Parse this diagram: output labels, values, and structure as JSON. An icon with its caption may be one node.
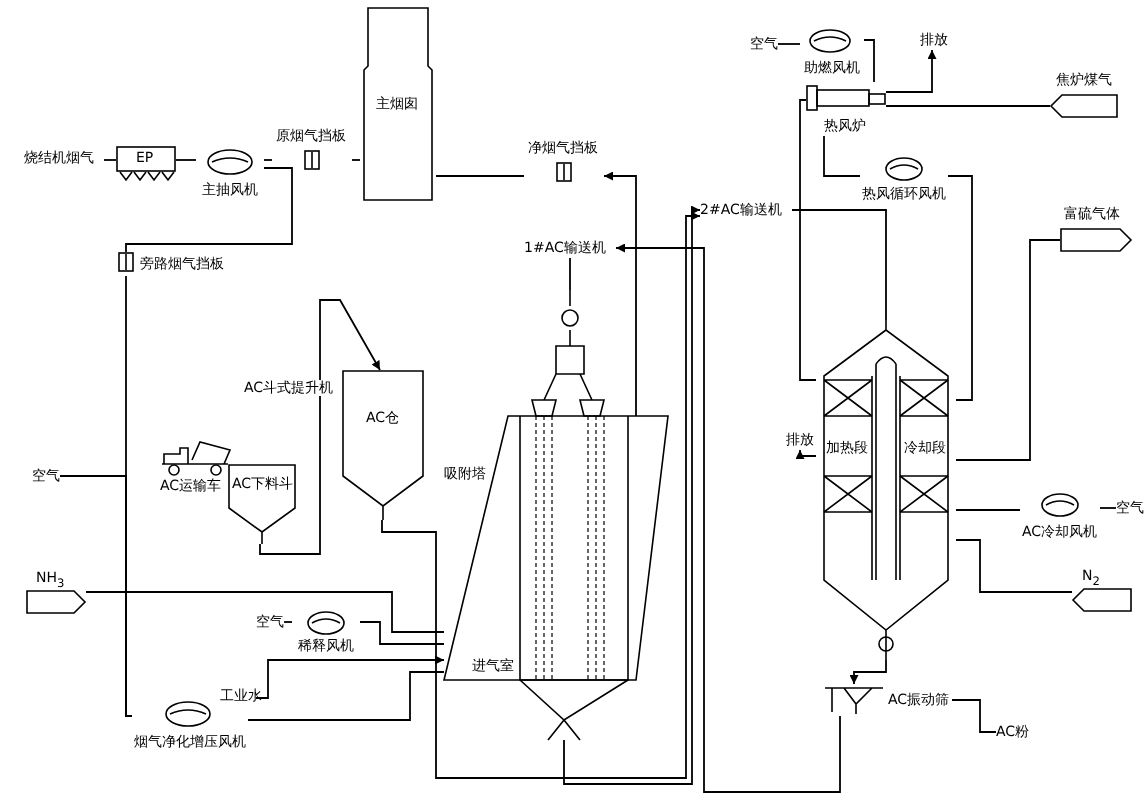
{
  "diagram": {
    "nodes": [
      {
        "text": [
          "烧结机烟气"
        ]
      },
      {
        "text": [
          "EP"
        ]
      },
      {
        "text": [
          "主抽风机"
        ]
      },
      {
        "text": [
          "原烟气挡板"
        ]
      },
      {
        "text": [
          "主烟囱"
        ]
      },
      {
        "text": [
          "净烟气挡板"
        ]
      },
      {
        "text": [
          "旁路烟气挡板"
        ]
      },
      {
        "text": [
          "吸附塔",
          "进气室"
        ]
      },
      {
        "text": [
          "1#AC输送机"
        ]
      },
      {
        "text": [
          "2#AC输送机"
        ]
      },
      {
        "text": [
          "空气"
        ]
      },
      {
        "text": [
          "助燃风机"
        ]
      },
      {
        "text": [
          "热风炉"
        ]
      },
      {
        "text": [
          "排放"
        ]
      },
      {
        "text": [
          "焦炉煤气"
        ]
      },
      {
        "text": [
          "热风循环风机"
        ]
      },
      {
        "text": [
          "富硫气体"
        ]
      },
      {
        "text": [
          "加热段",
          "冷却段"
        ]
      },
      {
        "text": [
          "排放"
        ]
      },
      {
        "text": [
          "AC冷却风机"
        ]
      },
      {
        "text": [
          "空气"
        ]
      },
      {
        "text": [
          "N$_{2}$"
        ]
      },
      {
        "text": [
          "AC振动筛"
        ]
      },
      {
        "text": [
          "AC粉"
        ]
      },
      {
        "text": [
          "AC仓"
        ]
      },
      {
        "text": [
          "AC运输车"
        ]
      },
      {
        "text": [
          "AC下料斗"
        ]
      },
      {
        "text": [
          "空气"
        ]
      },
      {
        "text": [
          "NH$_{3}$"
        ]
      },
      {
        "text": [
          "空气"
        ]
      },
      {
        "text": [
          "稀释风机"
        ]
      },
      {
        "text": [
          "工业水"
        ]
      },
      {
        "text": [
          "烟气净化增压风机"
        ]
      }
    ],
    "edges": [
      {
        "from": 0,
        "to": 1,
        "arrow": "none"
      },
      {
        "from": 1,
        "to": 2,
        "arrow": "none"
      },
      {
        "from": 2,
        "to": 3,
        "arrow": "none"
      },
      {
        "from": 3,
        "to": 4,
        "arrow": "none"
      },
      {
        "from": 2,
        "to": 6,
        "arrow": "none"
      },
      {
        "from": 6,
        "to": 32,
        "arrow": "none"
      },
      {
        "from": 7,
        "to": 5,
        "arrow": "to"
      },
      {
        "from": 5,
        "to": 4,
        "arrow": "none"
      },
      {
        "from": 32,
        "to": 7,
        "arrow": "none"
      },
      {
        "from": 31,
        "to": 7,
        "arrow": "to"
      },
      {
        "from": 27,
        "to": 32,
        "arrow": "none"
      },
      {
        "from": 28,
        "to": 7,
        "arrow": "none"
      },
      {
        "from": 29,
        "to": 30,
        "arrow": "none"
      },
      {
        "from": 30,
        "to": 7,
        "arrow": "none"
      },
      {
        "from": 26,
        "to": 24,
        "arrow": "to",
        "label": "AC斗式提升机"
      },
      {
        "from": 7,
        "to": 9,
        "arrow": "to"
      },
      {
        "from": 9,
        "to": 17,
        "arrow": "none"
      },
      {
        "from": 17,
        "to": 22,
        "arrow": "to"
      },
      {
        "from": 22,
        "to": 8,
        "arrow": "to"
      },
      {
        "from": 8,
        "to": 7,
        "arrow": "none"
      },
      {
        "from": 24,
        "to": 9,
        "arrow": "to"
      },
      {
        "from": 22,
        "to": 23,
        "arrow": "none"
      },
      {
        "from": 10,
        "to": 11,
        "arrow": "none"
      },
      {
        "from": 11,
        "to": 12,
        "arrow": "none"
      },
      {
        "from": 14,
        "to": 12,
        "arrow": "none"
      },
      {
        "from": 12,
        "to": 13,
        "arrow": "to"
      },
      {
        "from": 12,
        "to": 15,
        "arrow": "none"
      },
      {
        "from": 15,
        "to": 17,
        "arrow": "none"
      },
      {
        "from": 17,
        "to": 16,
        "arrow": "none"
      },
      {
        "from": 19,
        "to": 17,
        "arrow": "none"
      },
      {
        "from": 20,
        "to": 19,
        "arrow": "none"
      },
      {
        "from": 21,
        "to": 17,
        "arrow": "none"
      },
      {
        "from": 17,
        "to": 18,
        "arrow": "to"
      },
      {
        "from": 17,
        "to": 12,
        "arrow": "none"
      }
    ]
  }
}
